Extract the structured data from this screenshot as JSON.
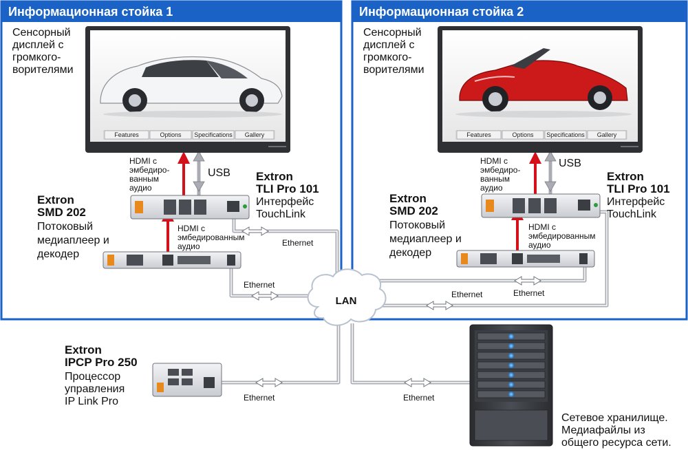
{
  "colors": {
    "accent_blue": "#1a62c6",
    "hdmi_red": "#d4101a",
    "cable_gray": "#a9acb3",
    "car_red": "#cc1a1a"
  },
  "kiosk1": {
    "title": "Информационная стойка 1",
    "display_label": [
      "Сенсорный",
      "дисплей с",
      "громкого-",
      "ворителями"
    ],
    "menu_buttons": [
      "Features",
      "Options",
      "Specifications",
      "Gallery"
    ],
    "hdmi_top": [
      "HDMI с",
      "эмбедиро-",
      "ванным",
      "аудио"
    ],
    "usb": "USB",
    "tli_brand": [
      "Extron",
      "TLI Pro 101"
    ],
    "tli_desc": [
      "Интерфейс",
      "TouchLink"
    ],
    "smd_brand": [
      "Extron",
      "SMD 202"
    ],
    "smd_desc": [
      "Потоковый",
      "медиаплеер и",
      "декодер"
    ],
    "hdmi_bottom": [
      "HDMI с",
      "эмбедированным",
      "аудио"
    ],
    "eth_upper": "Ethernet",
    "eth_lower": "Ethernet"
  },
  "kiosk2": {
    "title": "Информационная стойка 2",
    "display_label": [
      "Сенсорный",
      "дисплей с",
      "громкого-",
      "ворителями"
    ],
    "menu_buttons": [
      "Features",
      "Options",
      "Specifications",
      "Gallery"
    ],
    "hdmi_top": [
      "HDMI с",
      "эмбедиро-",
      "ванным",
      "аудио"
    ],
    "usb": "USB",
    "tli_brand": [
      "Extron",
      "TLI Pro 101"
    ],
    "tli_desc": [
      "Интерфейс",
      "TouchLink"
    ],
    "smd_brand": [
      "Extron",
      "SMD 202"
    ],
    "smd_desc": [
      "Потоковый",
      "медиаплеер и",
      "декодер"
    ],
    "hdmi_bottom": [
      "HDMI с",
      "эмбедированным",
      "аудио"
    ],
    "eth_upper": "Ethernet",
    "eth_lower": "Ethernet"
  },
  "lan": "LAN",
  "eth_lan_right": "Ethernet",
  "ipcp": {
    "brand": [
      "Extron",
      "IPCP Pro 250"
    ],
    "desc": [
      "Процессор",
      "управления",
      "IP Link Pro"
    ],
    "eth": "Ethernet"
  },
  "nas": {
    "eth": "Ethernet",
    "desc": [
      "Сетевое хранилище.",
      "Медиафайлы из",
      "общего ресурса сети."
    ]
  }
}
